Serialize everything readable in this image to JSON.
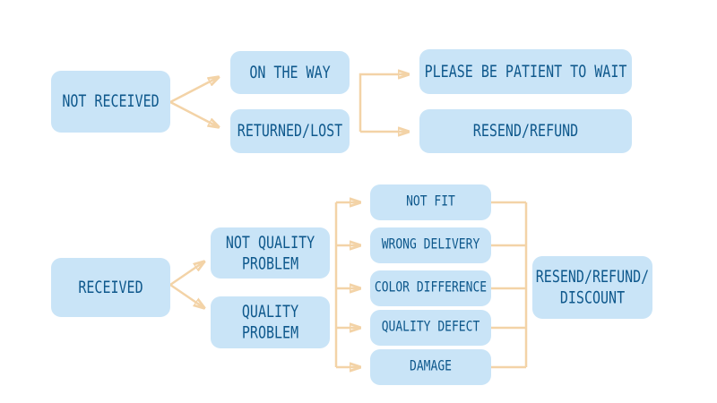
{
  "colors": {
    "background": "#ffffff",
    "box-fill": "#c9e4f7",
    "text": "#0e588c",
    "arrow": "#f3d3a7"
  },
  "sections": {
    "not_received_flow": {
      "root": "NOT RECEIVED",
      "statuses": [
        "ON THE WAY",
        "RETURNED/LOST"
      ],
      "outcomes": [
        "PLEASE BE PATIENT TO WAIT",
        "RESEND/REFUND"
      ]
    },
    "received_flow": {
      "root": "RECEIVED",
      "categories": [
        {
          "lines": [
            "NOT QUALITY",
            "PROBLEM"
          ]
        },
        {
          "lines": [
            "QUALITY",
            "PROBLEM"
          ]
        }
      ],
      "issues": [
        "NOT FIT",
        "WRONG DELIVERY",
        "COLOR DIFFERENCE",
        "QUALITY DEFECT",
        "DAMAGE"
      ],
      "outcome": {
        "lines": [
          "RESEND/REFUND/",
          "DISCOUNT"
        ]
      }
    }
  }
}
